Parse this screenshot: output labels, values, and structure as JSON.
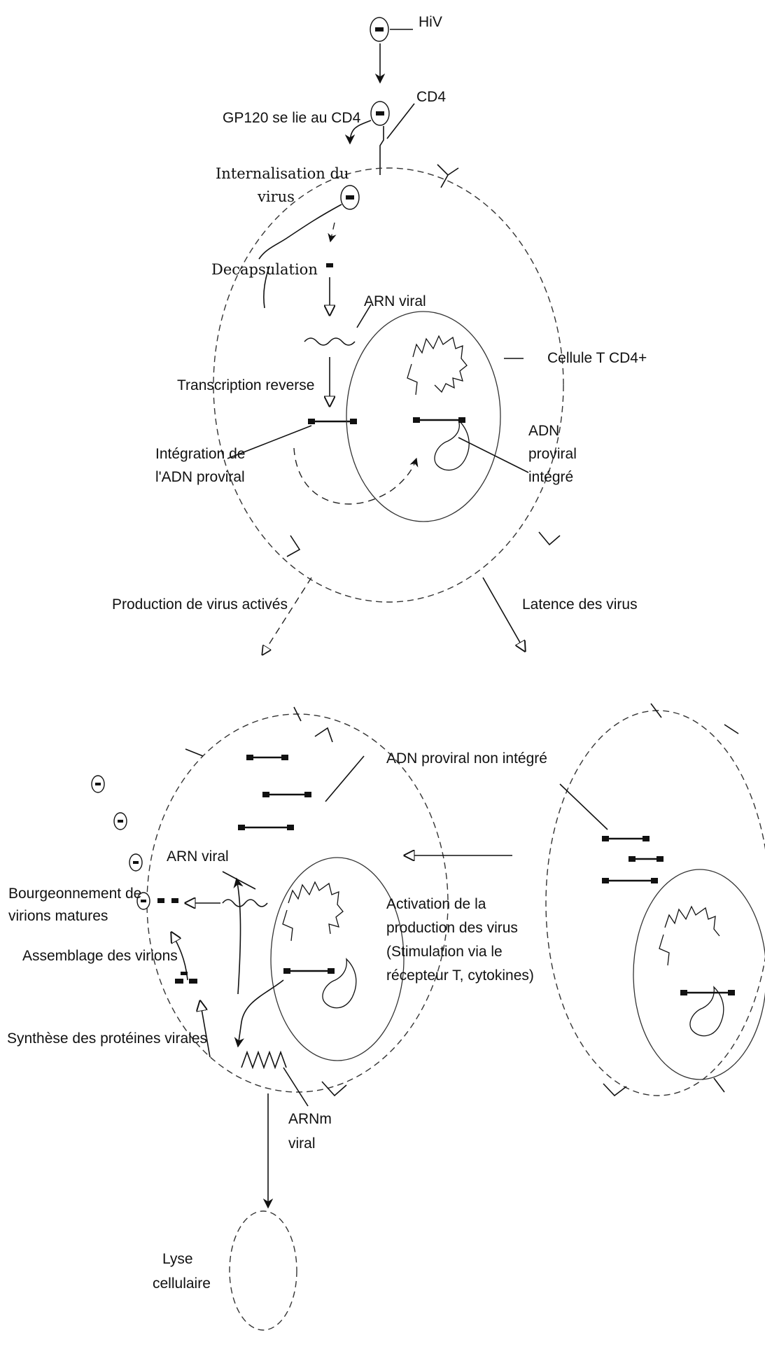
{
  "labels": {
    "hiv": "HiV",
    "gp120": "GP120 se lie au CD4",
    "cd4": "CD4",
    "internalisation_1": "Internalisation du",
    "internalisation_2": "virus",
    "decapsulation": "Decapsulation",
    "arn_viral_top": "ARN viral",
    "cellule": "Cellule T CD4+",
    "transcription": "Transcription reverse",
    "integration_1": "Intégration de",
    "integration_2": "l'ADN proviral",
    "adn_1": "ADN",
    "adn_2": "proviral",
    "adn_3": "intégré",
    "production": "Production de virus activés",
    "latence": "Latence des virus",
    "adn_non_integre": "ADN proviral non intégré",
    "arn_viral_bottom": "ARN viral",
    "bourgeonnement_1": "Bourgeonnement de",
    "bourgeonnement_2": "virions matures",
    "activation_1": "Activation de la",
    "activation_2": "production des virus",
    "activation_3": "(Stimulation via le",
    "activation_4": "récepteur T, cytokines)",
    "assemblage": "Assemblage des virions",
    "synthese": "Synthèse des protéines virales",
    "arnm_1": "ARNm",
    "arnm_2": "viral",
    "lyse_1": "Lyse",
    "lyse_2": "cellulaire"
  }
}
